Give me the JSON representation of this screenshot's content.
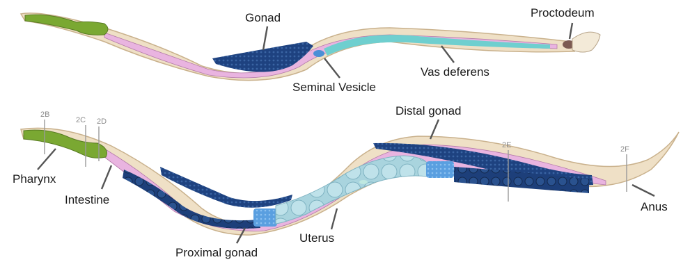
{
  "male": {
    "labels": {
      "gonad": "Gonad",
      "proctodeum": "Proctodeum",
      "seminal_vesicle": "Seminal Vesicle",
      "vas_deferens": "Vas deferens"
    }
  },
  "hermaphrodite": {
    "labels": {
      "distal_gonad": "Distal gonad",
      "pharynx": "Pharynx",
      "intestine": "Intestine",
      "proximal_gonad": "Proximal gonad",
      "uterus": "Uterus",
      "anus": "Anus"
    },
    "sections": [
      "2B",
      "2C",
      "2D",
      "2E",
      "2F"
    ]
  },
  "colors": {
    "body": "#efe0c6",
    "body_outline": "#c9b18c",
    "pharynx": "#7aa832",
    "intestine": "#e9b4e0",
    "gonad": "#1d3f7a",
    "vas_deferens": "#6fcfcf",
    "uterus": "#a9d4de",
    "spermatheca": "#4b8fd6",
    "proctodeum": "#7c5a52"
  }
}
